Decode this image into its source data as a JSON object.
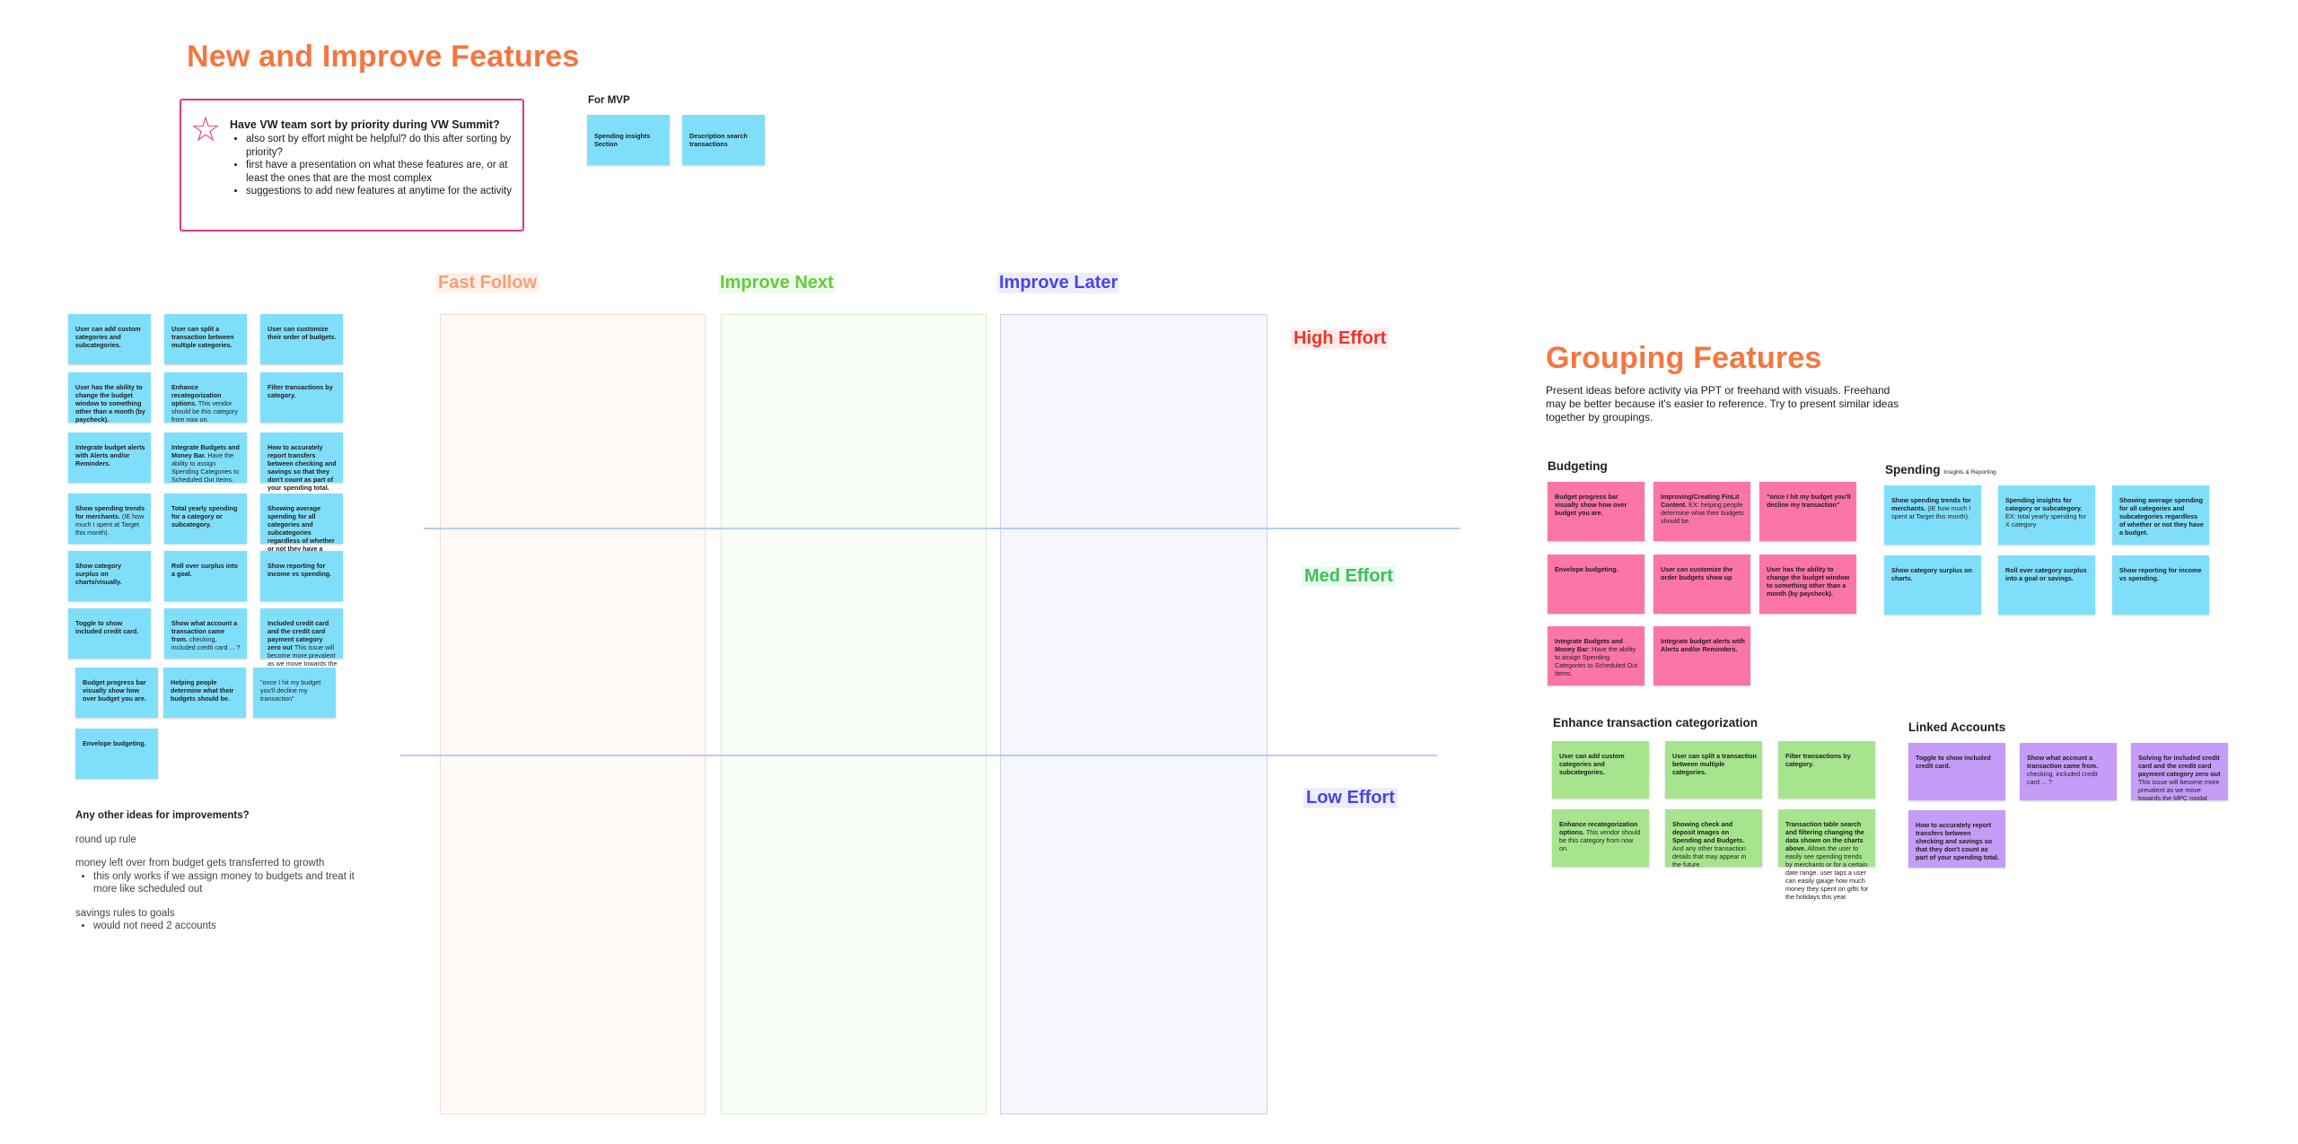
{
  "left_header": {
    "title": "New and Improve Features",
    "callout": {
      "icon": "star-icon",
      "question": "Have VW team sort by priority during VW Summit?",
      "bullets": [
        "also sort by effort might be helpful? do this after sorting by priority?",
        "first have a presentation on what these features are, or at least the ones that are the most complex",
        "suggestions to add new features at anytime for the activity"
      ]
    },
    "mvp": {
      "label": "For MVP",
      "stickies": [
        "Spending insights Section",
        "Description search transactions"
      ]
    }
  },
  "columns": {
    "fast_follow": "Fast Follow",
    "improve_next": "Improve Next",
    "improve_later": "Improve Later"
  },
  "efforts": {
    "high": "High Effort",
    "med": "Med Effort",
    "low": "Low Effort"
  },
  "backlog": [
    {
      "bold": "User can add custom categories and subcategories.",
      "rest": ""
    },
    {
      "bold": "User can split a transaction between multiple categories.",
      "rest": ""
    },
    {
      "bold": "User can customize their order of budgets.",
      "rest": ""
    },
    {
      "bold": "User has the ability to change the budget window to something other than a month (by paycheck).",
      "rest": ""
    },
    {
      "bold": "Enhance recategorization options.",
      "rest": " This vendor should be this category from now on."
    },
    {
      "bold": "Filter transactions by category.",
      "rest": ""
    },
    {
      "bold": "Integrate budget alerts with Alerts and/or Reminders.",
      "rest": ""
    },
    {
      "bold": "Integrate Budgets and Money Bar.",
      "rest": " Have the ability to assign Spending Categories to Scheduled Out Items."
    },
    {
      "bold": "How to accurately report transfers between checking and savings so that they don't count as part of your spending total.",
      "rest": ""
    },
    {
      "bold": "Show spending trends for merchants.",
      "rest": " (IE how much I spent at Target this month)."
    },
    {
      "bold": "Total yearly spending for a category or subcategory.",
      "rest": ""
    },
    {
      "bold": "Showing average spending for all categories and subcategories regardless of whether or not they have a budget.",
      "rest": ""
    },
    {
      "bold": "Show category surplus on charts/visually.",
      "rest": ""
    },
    {
      "bold": "Roll over surplus into a goal.",
      "rest": ""
    },
    {
      "bold": "Show reporting for income vs spending.",
      "rest": ""
    },
    {
      "bold": "Toggle to show included credit card.",
      "rest": ""
    },
    {
      "bold": "Show what account a transaction came from.",
      "rest": " checking, included credit card ... ?"
    },
    {
      "bold": "Included credit card and the credit card payment category zero out",
      "rest": " This issue will become more prevalent as we move towards the MPC modal"
    },
    {
      "bold": "Budget progress bar visually show how over budget you are.",
      "rest": ""
    },
    {
      "bold": "Helping people determine what their budgets should be.",
      "rest": ""
    },
    {
      "bold": "",
      "rest": "\"once I hit my budget you'll decline my transaction\""
    },
    {
      "bold": "Envelope budgeting.",
      "rest": ""
    }
  ],
  "ideas": {
    "title": "Any other ideas for improvements?",
    "items": [
      {
        "text": "round up rule",
        "bullets": []
      },
      {
        "text": "money left over from budget gets transferred to growth",
        "bullets": [
          "this only works if we assign money to budgets and treat it more like scheduled out"
        ]
      },
      {
        "text": "savings rules to goals",
        "bullets": [
          "would not need 2 accounts"
        ]
      }
    ]
  },
  "grouping": {
    "title": "Grouping Features",
    "description": "Present ideas before activity via PPT or freehand with visuals. Freehand may be better because it's easier to reference. Try to present similar ideas together by groupings.",
    "budgeting": {
      "label": "Budgeting",
      "stickies": [
        {
          "bold": "Budget progress bar visually show how over budget you are.",
          "rest": ""
        },
        {
          "bold": "Improving/Creating FinLit Content.",
          "rest": " EX: helping people determine what their budgets should be."
        },
        {
          "bold": "\"once I hit my budget you'll decline my transaction\"",
          "rest": ""
        },
        {
          "bold": "Envelope budgeting.",
          "rest": ""
        },
        {
          "bold": "User can customize the order budgets show up",
          "rest": ""
        },
        {
          "bold": "User has the ability to change the budget window to something other than a month (by paycheck).",
          "rest": ""
        },
        {
          "bold": "Integrate Budgets and Money Bar:",
          "rest": " Have the ability to assign Spending Categories to Scheduled Out Items."
        },
        {
          "bold": "Integrate budget alerts with Alerts and/or Reminders.",
          "rest": ""
        }
      ]
    },
    "spending": {
      "label": "Spending",
      "sublabel": "Insights & Reporting",
      "stickies": [
        {
          "bold": "Show spending trends for merchants.",
          "rest": " (IE how much I spent at Target this month)."
        },
        {
          "bold": "Spending insights for category or subcategory.",
          "rest": " EX: total yearly spending for X category"
        },
        {
          "bold": "Showing average spending for all categories and subcategories regardless of whether or not they have a budget.",
          "rest": ""
        },
        {
          "bold": "Show category surplus on charts.",
          "rest": ""
        },
        {
          "bold": "Roll over category surplus into a goal or savings.",
          "rest": ""
        },
        {
          "bold": "Show reporting for income vs spending.",
          "rest": ""
        }
      ]
    },
    "categorization": {
      "label": "Enhance transaction categorization",
      "stickies": [
        {
          "bold": "User can add custom categories and subcategories.",
          "rest": ""
        },
        {
          "bold": "User can split a transaction between multiple categories.",
          "rest": ""
        },
        {
          "bold": "Filter transactions by category.",
          "rest": ""
        },
        {
          "bold": "Enhance recategorization options.",
          "rest": " This vendor should be this category from now on."
        },
        {
          "bold": "Showing check and deposit images on Spending and Budgets.",
          "rest": " And any other transaction details that may appear in the future."
        },
        {
          "bold": "Transaction table search and filtering changing the data shown on the charts above.",
          "rest": " Allows the user to easily see spending trends by merchants or for a certain date range. user taps a user can easily gauge how much money they spent on gifts for the holidays this year"
        }
      ]
    },
    "linked": {
      "label": "Linked Accounts",
      "stickies": [
        {
          "bold": "Toggle to show included credit card.",
          "rest": ""
        },
        {
          "bold": "Show what account a transaction came from.",
          "rest": " checking, included credit card ... ?"
        },
        {
          "bold": "Solving for included credit card and the credit card payment category zero out",
          "rest": " This issue will become more prevalent as we move towards the MPC modal"
        },
        {
          "bold": "How to accurately report transfers between checking and savings so that they don't count as part of your spending total.",
          "rest": ""
        }
      ]
    }
  },
  "colors": {
    "orange": "#f5763f",
    "blue_sticky": "#7fdffb",
    "pink_sticky": "#fb75a7",
    "green_sticky": "#a6e48d",
    "purple_sticky": "#c59cf7",
    "fast": "#fba07a",
    "next": "#6ad13e",
    "later": "#4a44ea",
    "high": "#f2332b",
    "med": "#39c25a",
    "low": "#4a44ea"
  }
}
